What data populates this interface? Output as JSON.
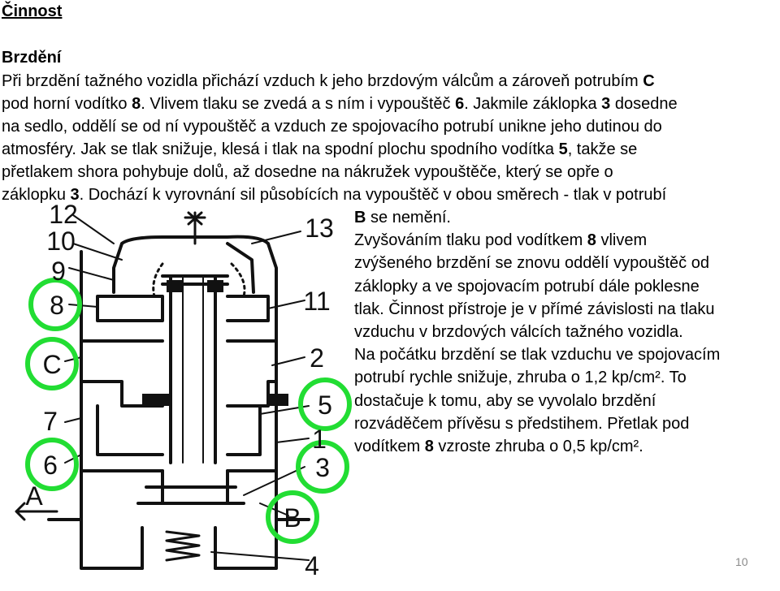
{
  "slide": {
    "title": "Činnost",
    "section": "Brzdění",
    "page_number": "10"
  },
  "text_top": [
    [
      "Při brzdění tažného vozidla přichází vzduch k jeho brzdovým válcům a zároveň potrubím ",
      "C",
      ""
    ],
    [
      "pod horní vodítko ",
      "8",
      ". Vlivem tlaku se zvedá a s ním i vypouštěč ",
      "6",
      ". Jakmile záklopka ",
      "3",
      " dosedne"
    ],
    [
      "na sedlo, oddělí se od ní vypouštěč a vzduch ze spojovacího potrubí unikne jeho dutinou do"
    ],
    [
      "atmosféry. Jak se tlak snižuje, klesá i tlak na spodní plochu spodního vodítka ",
      "5",
      ", takže se"
    ],
    [
      "přetlakem shora pohybuje dolů, až dosedne na nákružek vypouštěče, který se opře o"
    ],
    [
      "záklopku ",
      "3",
      ". Dochází k vyrovnání sil působících na vypouštěč v obou směrech - tlak v potrubí"
    ]
  ],
  "text_right": [
    [
      "B",
      " se nemění."
    ],
    [
      "Zvyšováním tlaku pod vodítkem ",
      "8",
      " vlivem"
    ],
    [
      "zvýšeného brzdění se znovu oddělí vypouštěč od"
    ],
    [
      "záklopky a ve spojovacím potrubí dále poklesne"
    ],
    [
      "tlak. Činnost přístroje je v přímé závislosti na tlaku"
    ],
    [
      "vzduchu v brzdových válcích tažného vozidla."
    ],
    [
      "Na počátku brzdění se tlak vzduchu ve spojovacím"
    ],
    [
      "potrubí rychle snižuje, zhruba o 1,2 kp/cm². To"
    ],
    [
      "dostačuje k tomu, aby se vyvolalo brzdění"
    ],
    [
      "rozváděčem přívěsu s předstihem. Přetlak pod"
    ],
    [
      "vodítkem ",
      "8",
      " vzroste zhruba o 0,5 kp/cm²."
    ]
  ],
  "diagram": {
    "labels_left": [
      "12",
      "10",
      "9",
      "8",
      "C",
      "7",
      "6",
      "A"
    ],
    "labels_right": [
      "13",
      "11",
      "2",
      "5",
      "1",
      "3",
      "B",
      "4"
    ],
    "circled": [
      "8",
      "C",
      "6",
      "5",
      "3",
      "B"
    ],
    "circle_color": "#22dd33",
    "ink_color": "#111111"
  }
}
